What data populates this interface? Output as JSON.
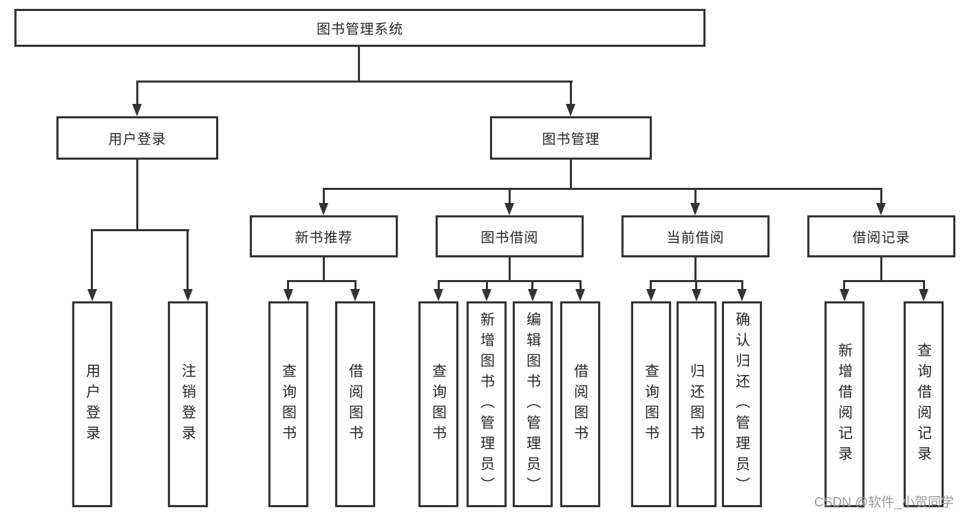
{
  "diagram": {
    "root": {
      "label": "图书管理系统"
    },
    "level2": {
      "user_login": {
        "label": "用户登录"
      },
      "book_mgmt": {
        "label": "图书管理"
      }
    },
    "level3": {
      "new_book_rec": {
        "label": "新书推荐"
      },
      "book_borrow": {
        "label": "图书借阅"
      },
      "current_borrow": {
        "label": "当前借阅"
      },
      "borrow_records": {
        "label": "借阅记录"
      }
    },
    "leaves": {
      "login_user": {
        "label": "用户登录"
      },
      "login_logout": {
        "label": "注销登录"
      },
      "rec_query": {
        "label": "查询图书"
      },
      "rec_borrow": {
        "label": "借阅图书"
      },
      "borrow_query": {
        "label": "查询图书"
      },
      "borrow_add": {
        "label": "新增图书（管理员）"
      },
      "borrow_edit": {
        "label": "编辑图书（管理员）"
      },
      "borrow_lend": {
        "label": "借阅图书"
      },
      "current_query": {
        "label": "查询图书"
      },
      "current_return": {
        "label": "归还图书"
      },
      "current_confirm": {
        "label": "确认归还（管理员）"
      },
      "records_add": {
        "label": "新增借阅记录"
      },
      "records_query": {
        "label": "查询借阅记录"
      }
    },
    "watermark": "CSDN @软件_小贺同学",
    "colors": {
      "line": "#333333",
      "text": "#26262b",
      "watermark": "#9b9b9b",
      "background": "#ffffff"
    }
  }
}
